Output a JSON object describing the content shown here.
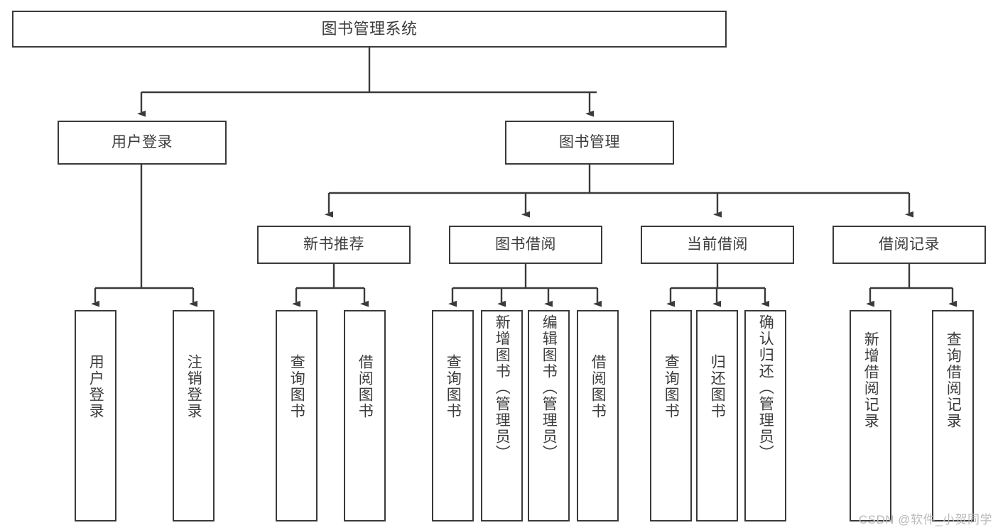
{
  "diagram": {
    "title": "图书管理系统",
    "type": "tree-hierarchy",
    "watermark": "CSDN @软件_小贺同学"
  },
  "nodes": {
    "root": {
      "label": "图书管理系统"
    },
    "level2": [
      {
        "label": "用户登录"
      },
      {
        "label": "图书管理"
      }
    ],
    "level3": [
      {
        "label": "新书推荐"
      },
      {
        "label": "图书借阅"
      },
      {
        "label": "当前借阅"
      },
      {
        "label": "借阅记录"
      }
    ],
    "leaves": {
      "user_login": [
        {
          "label": "用户登录"
        },
        {
          "label": "注销登录"
        }
      ],
      "new_book": [
        {
          "label": "查询图书"
        },
        {
          "label": "借阅图书"
        }
      ],
      "borrow_book": [
        {
          "label": "查询图书"
        },
        {
          "label": "新增图书（管理员）"
        },
        {
          "label": "编辑图书（管理员）"
        },
        {
          "label": "借阅图书"
        }
      ],
      "current_borrow": [
        {
          "label": "查询图书"
        },
        {
          "label": "归还图书"
        },
        {
          "label": "确认归还（管理员）"
        }
      ],
      "borrow_record": [
        {
          "label": "新增借阅记录"
        },
        {
          "label": "查询借阅记录"
        }
      ]
    }
  },
  "colors": {
    "stroke": "#3a3a3a",
    "text": "#3c3c3c",
    "background": "#ffffff",
    "watermark": "#b9b9b9"
  }
}
